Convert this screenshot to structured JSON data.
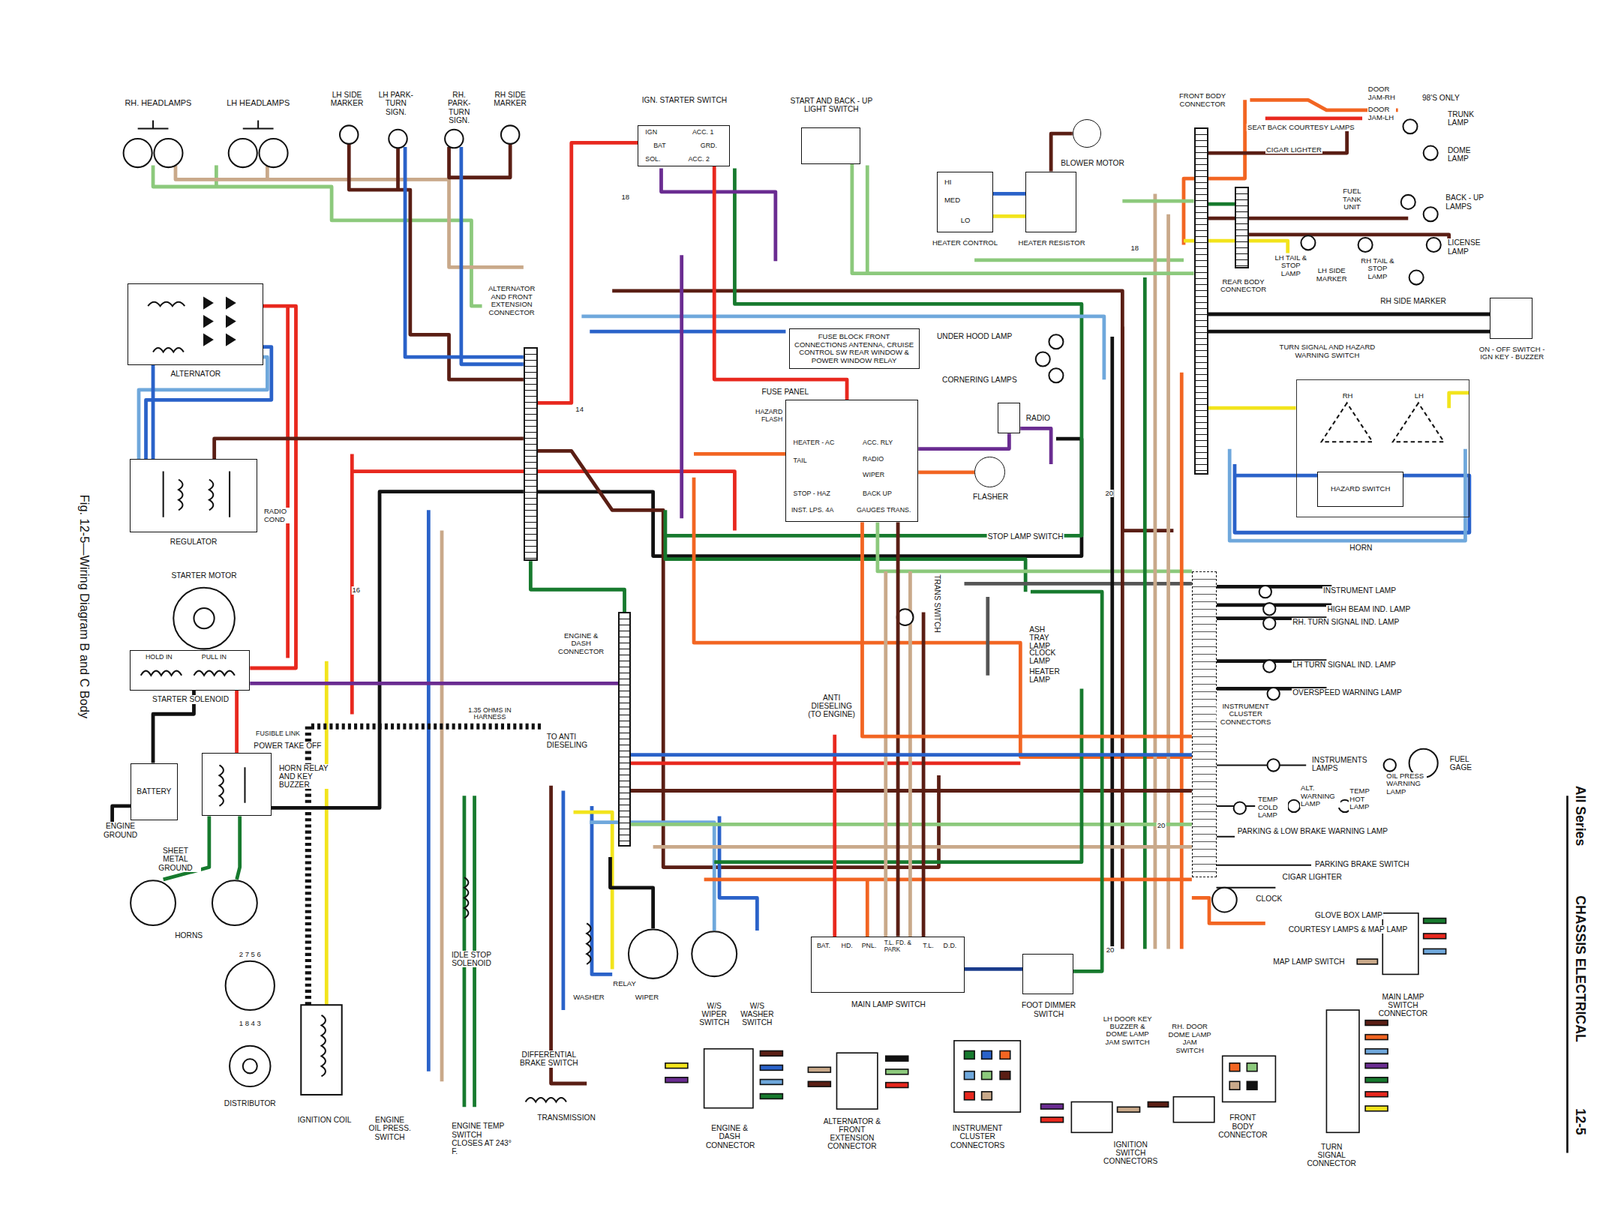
{
  "diagram": {
    "title": "CHASSIS ELECTRICAL",
    "caption": "Fig. 12-5—Wiring Diagram B and C Body",
    "nodes": [
      {
        "text": [
          "ALTERNATOR"
        ]
      },
      {
        "text": [
          "REGULATOR"
        ]
      },
      {
        "text": [
          "HOLD IN",
          "PULL IN",
          "STARTER SOLENOID"
        ]
      },
      {
        "text": [
          "BATTERY"
        ]
      },
      {
        "text": [
          "HORN RELAY AND KEY BUZZER"
        ]
      },
      {
        "text": [
          "IGN. STARTER SWITCH",
          "IGN",
          "ACC. 1",
          "BAT",
          "GRD.",
          "SOL.",
          "ACC. 2"
        ]
      },
      {
        "text": [
          "START AND BACK - UP LIGHT SWITCH"
        ]
      },
      {
        "text": [
          "HI",
          "MED",
          "LO",
          "HEATER CONTROL"
        ]
      },
      {
        "text": [
          "HEATER RESISTOR"
        ]
      },
      {
        "text": [
          "FUSE BLOCK FRONT CONNECTIONS ANTENNA, CRUISE CONTROL SW REAR WINDOW & POWER WINDOW RELAY"
        ]
      },
      {
        "text": [
          "FUSE PANEL",
          "HAZARD FLASH",
          "HEATER - AC",
          "ACC. RLY",
          "TAIL",
          "RADIO",
          "WIPER",
          "STOP - HAZ",
          "BACK UP",
          "INST. LPS. 4A",
          "GAUGES TRANS."
        ]
      },
      {
        "text": [
          "RADIO"
        ]
      },
      {
        "text": [
          "FLASHER"
        ]
      },
      {
        "text": [
          "BLOWER MOTOR"
        ]
      },
      {
        "text": [
          "ALTERNATOR AND FRONT EXTENSION CONNECTOR"
        ]
      },
      {
        "text": [
          "ENGINE & DASH CONNECTOR"
        ]
      },
      {
        "text": [
          "FRONT BODY CONNECTOR"
        ]
      },
      {
        "text": [
          "REAR BODY CONNECTOR"
        ]
      },
      {
        "text": [
          "INSTRUMENT CLUSTER CONNECTORS"
        ]
      },
      {
        "text": [
          "TURN SIGNAL AND HAZARD WARNING SWITCH",
          "RH",
          "LH"
        ]
      },
      {
        "text": [
          "HAZARD SWITCH"
        ],
        "in": 19
      },
      {
        "text": [
          "ON - OFF SWITCH - IGN KEY - BUZZER"
        ]
      },
      {
        "text": [
          "MAIN LAMP SWITCH",
          "BAT.",
          "HD.",
          "PNL.",
          "T.L. FD. & PARK",
          "T.L.",
          "D.D."
        ]
      },
      {
        "text": [
          "FOOT DIMMER SWITCH"
        ]
      }
    ],
    "edges": [
      {
        "from": 0,
        "to": 2,
        "arrow": "none"
      },
      {
        "from": 0,
        "to": 1,
        "arrow": "none"
      },
      {
        "from": 1,
        "to": 14,
        "arrow": "none"
      },
      {
        "from": 3,
        "to": 2,
        "arrow": "none"
      },
      {
        "from": 2,
        "to": 4,
        "arrow": "none"
      },
      {
        "from": 4,
        "to": 14,
        "arrow": "none"
      },
      {
        "from": 2,
        "to": 15,
        "arrow": "none"
      },
      {
        "from": 5,
        "to": 10,
        "arrow": "none"
      },
      {
        "from": 5,
        "to": 14,
        "arrow": "none"
      },
      {
        "from": 6,
        "to": 16,
        "arrow": "none"
      },
      {
        "from": 7,
        "to": 8,
        "arrow": "none"
      },
      {
        "from": 7,
        "to": 8,
        "arrow": "none"
      },
      {
        "from": 8,
        "to": 13,
        "arrow": "none"
      },
      {
        "from": 16,
        "to": 17,
        "arrow": "none"
      },
      {
        "from": 10,
        "to": 12,
        "arrow": "none"
      },
      {
        "from": 10,
        "to": 11,
        "arrow": "none"
      },
      {
        "from": 22,
        "to": 23,
        "arrow": "none"
      },
      {
        "from": 22,
        "to": 10,
        "arrow": "none"
      },
      {
        "from": 19,
        "to": 16,
        "arrow": "none"
      },
      {
        "from": 21,
        "to": 16,
        "arrow": "none"
      },
      {
        "from": 18,
        "to": 15,
        "arrow": "none"
      },
      {
        "from": 14,
        "to": 15,
        "arrow": "none"
      },
      {
        "from": 10,
        "to": 18,
        "arrow": "none"
      }
    ],
    "labels": [
      "RH. HEADLAMPS",
      "LH HEADLAMPS",
      "LH SIDE MARKER",
      "LH PARK-TURN SIGN.",
      "RH. PARK-TURN SIGN.",
      "RH SIDE MARKER",
      "98'S ONLY",
      "DOOR JAM-RH",
      "DOOR JAM-LH",
      "TRUNK LAMP",
      "SEAT BACK COURTESY LAMPS",
      "CIGAR LIGHTER",
      "DOME LAMP",
      "FUEL TANK UNIT",
      "BACK - UP LAMPS",
      "LH TAIL & STOP LAMP",
      "LH SIDE MARKER",
      "RH TAIL & STOP LAMP",
      "LICENSE LAMP",
      "RH SIDE MARKER",
      "UNDER HOOD LAMP",
      "CORNERING LAMPS",
      "STOP LAMP SWITCH",
      "HORN",
      "RADIO COND",
      "STARTER MOTOR",
      "INSTRUMENT LAMP",
      "HIGH BEAM IND. LAMP",
      "RH. TURN SIGNAL IND. LAMP",
      "ASH TRAY LAMP",
      "CLOCK LAMP",
      "HEATER LAMP",
      "TRANS SWITCH",
      "LH TURN SIGNAL IND. LAMP",
      "OVERSPEED WARNING LAMP",
      "ANTI DIESELING (TO ENGINE)",
      "1.35 OHMS IN HARNESS",
      "TO ANTI DIESELING",
      "FUSIBLE LINK",
      "POWER TAKE OFF",
      "INSTRUMENTS LAMPS",
      "FUEL GAGE",
      "OIL PRESS WARNING LAMP",
      "ALT. WARNING LAMP",
      "TEMP COLD LAMP",
      "TEMP HOT LAMP",
      "ENGINE GROUND",
      "SHEET METAL GROUND",
      "PARKING & LOW BRAKE WARNING LAMP",
      "PARKING BRAKE SWITCH",
      "CIGAR LIGHTER",
      "CLOCK",
      "GLOVE BOX LAMP",
      "COURTESY LAMPS & MAP LAMP",
      "MAP LAMP SWITCH",
      "MAIN LAMP SWITCH CONNECTOR",
      "HORNS",
      "IDLE STOP SOLENOID",
      "WASHER",
      "RELAY",
      "WIPER",
      "W/S WIPER SWITCH",
      "W/S WASHER SWITCH",
      "LH DOOR KEY BUZZER & DOME LAMP JAM SWITCH",
      "RH. DOOR DOME LAMP JAM SWITCH",
      "DIFFERENTIAL BRAKE SWITCH",
      "DISTRIBUTOR",
      "IGNITION COIL",
      "ENGINE OIL PRESS. SWITCH",
      "ENGINE TEMP SWITCH CLOSES AT 243° F.",
      "TRANSMISSION",
      "ENGINE & DASH CONNECTOR",
      "ALTERNATOR & FRONT EXTENSION CONNECTOR",
      "INSTRUMENT CLUSTER CONNECTORS",
      "IGNITION SWITCH CONNECTORS",
      "FRONT BODY CONNECTOR",
      "TURN SIGNAL CONNECTOR",
      "All Series",
      "12-5",
      "2 7 5 6",
      "1 8 4 3",
      "16",
      "18",
      "14",
      "20",
      "20",
      "20",
      "18"
    ]
  }
}
